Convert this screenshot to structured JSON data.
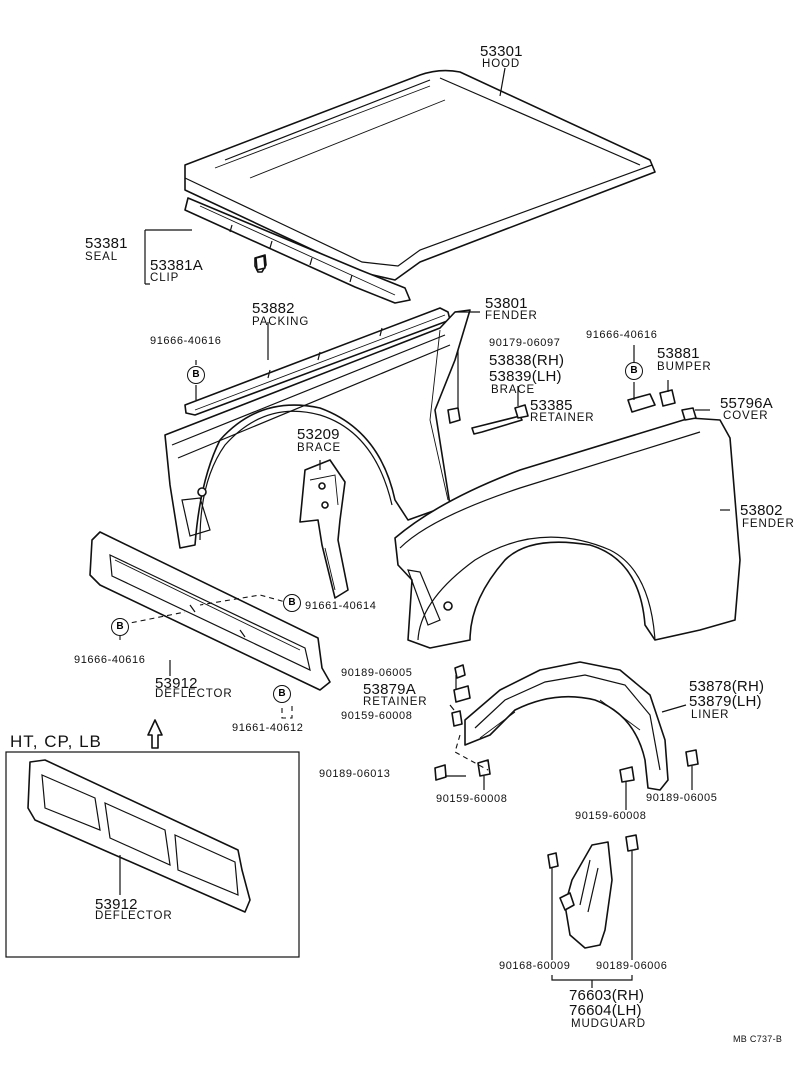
{
  "labels": {
    "hood_no": "53301",
    "hood": "HOOD",
    "seal_no": "53381",
    "seal": "SEAL",
    "clip_no": "53381A",
    "clip": "CLIP",
    "packing_no": "53882",
    "packing": "PACKING",
    "bolt_a": "91666-40616",
    "fender_l_no": "53801",
    "fender_l": "FENDER",
    "screw_a": "90179-06097",
    "brace_rh": "53838(RH)",
    "brace_lh": "53839(LH)",
    "brace_nm": "BRACE",
    "bolt_b": "91666-40616",
    "bumper_no": "53881",
    "bumper": "BUMPER",
    "retainer_no": "53385",
    "retainer": "RETAINER",
    "cover_no": "55796A",
    "cover": "COVER",
    "brace2_no": "53209",
    "brace2": "BRACE",
    "fender_r_no": "53802",
    "fender_r": "FENDER",
    "bolt_c": "91661-40614",
    "bolt_d": "91666-40616",
    "deflector_no": "53912",
    "deflector": "DEFLECTOR",
    "bolt_e": "91661-40612",
    "clip_a": "90189-06005",
    "retainer2_no": "53879A",
    "retainer2": "RETAINER",
    "screw_b": "90159-60008",
    "liner_rh": "53878(RH)",
    "liner_lh": "53879(LH)",
    "liner": "LINER",
    "clip_b": "90189-06013",
    "screw_c": "90159-60008",
    "screw_d": "90159-60008",
    "clip_c": "90189-06005",
    "variant": "HT, CP, LB",
    "deflector2_no": "53912",
    "deflector2": "DEFLECTOR",
    "screw_e": "90168-60009",
    "clip_d": "90189-06006",
    "mudguard_rh": "76603(RH)",
    "mudguard_lh": "76604(LH)",
    "mudguard": "MUDGUARD",
    "ref": "MB  C737-B",
    "badge": "B"
  }
}
